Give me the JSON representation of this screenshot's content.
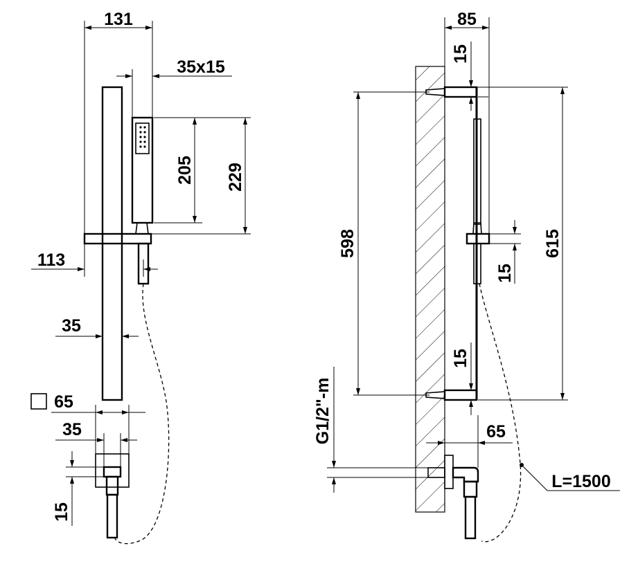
{
  "dimensions": {
    "width_total": "131",
    "handshower_section": "35x15",
    "handshower_length_205": "205",
    "handshower_length_229": "229",
    "holder_offset": "113",
    "bar_width": "35",
    "bracket_square": "65",
    "connector_width": "35",
    "connector_height": "15",
    "depth_total": "85",
    "bracket_top_thickness": "15",
    "bar_centers": "598",
    "bar_overall": "615",
    "holder_thickness": "15",
    "bracket_bottom_thickness": "15",
    "thread": "G1/2\"-m",
    "connector_projection": "65",
    "hose_length": "L=1500"
  }
}
